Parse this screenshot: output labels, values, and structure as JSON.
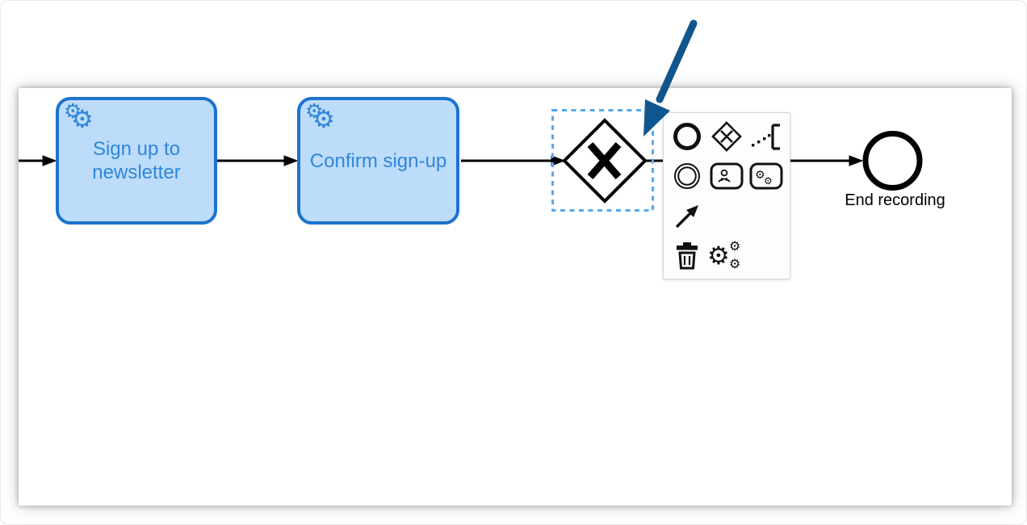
{
  "app": "bpmn-process-modeler-canvas",
  "diagram": {
    "tasks": [
      {
        "type": "service-task",
        "line1": "Sign up to",
        "line2": "newsletter"
      },
      {
        "type": "service-task",
        "line1": "Confirm sign-up"
      }
    ],
    "gateway": {
      "type": "exclusive-gateway",
      "marker": "X",
      "selected": true
    },
    "end_event": {
      "label": "End recording"
    },
    "flows": [
      "start-edge-to-task1",
      "task1-to-task2",
      "task2-to-gateway",
      "gateway-to-end-event"
    ]
  },
  "context_pad": {
    "entries": [
      {
        "name": "append-end-event-icon"
      },
      {
        "name": "append-gateway-icon"
      },
      {
        "name": "append-text-annotation-icon"
      },
      {
        "name": "append-intermediate-event-icon"
      },
      {
        "name": "append-user-task-icon"
      },
      {
        "name": "append-service-task-icon"
      },
      {
        "name": "connect-tool-icon"
      },
      {
        "name": "delete-icon"
      },
      {
        "name": "change-element-icon"
      }
    ]
  },
  "annotation": {
    "type": "callout-arrow",
    "points_at": "exclusive-gateway",
    "color": "#10568e"
  },
  "colors": {
    "task_fill": "#bddcfa",
    "task_stroke": "#1c73cd",
    "task_text": "#2f86d8",
    "selection_dash": "#55a9f2",
    "shape_stroke": "#000000",
    "annotation_arrow": "#10568e"
  }
}
